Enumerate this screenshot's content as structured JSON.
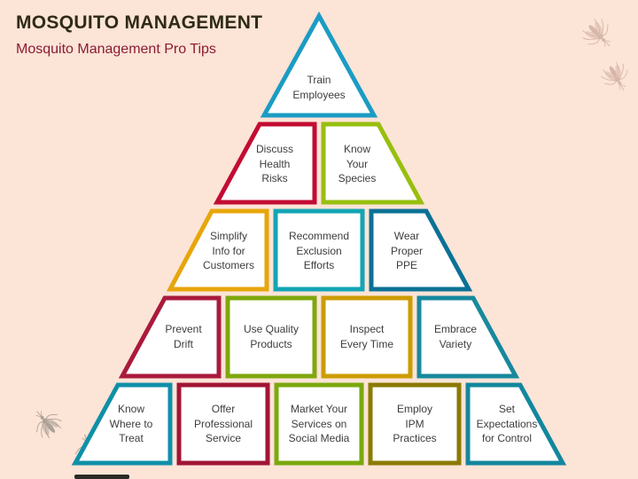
{
  "page": {
    "title": "MOSQUITO MANAGEMENT",
    "subtitle": "Mosquito Management Pro Tips",
    "background": "#fce4d7",
    "title_color": "#2f2b15",
    "subtitle_color": "#8c1b33"
  },
  "pyramid": {
    "cells": [
      {
        "id": "train-employees",
        "label": "Train\nEmployees",
        "color": "#1b9cc4"
      },
      {
        "id": "discuss-health-risks",
        "label": "Discuss\nHealth\nRisks",
        "color": "#c30c33"
      },
      {
        "id": "know-your-species",
        "label": "Know\nYour\nSpecies",
        "color": "#97bf0e"
      },
      {
        "id": "simplify-info-for-customers",
        "label": "Simplify\nInfo for\nCustomers",
        "color": "#e7a60a"
      },
      {
        "id": "recommend-exclusion-efforts",
        "label": "Recommend\nExclusion\nEfforts",
        "color": "#12a5b5"
      },
      {
        "id": "wear-proper-ppe",
        "label": "Wear\nProper\nPPE",
        "color": "#0b7195"
      },
      {
        "id": "prevent-drift",
        "label": "Prevent\nDrift",
        "color": "#a91a3c"
      },
      {
        "id": "use-quality-products",
        "label": "Use Quality\nProducts",
        "color": "#7fa70c"
      },
      {
        "id": "inspect-every-time",
        "label": "Inspect\nEvery Time",
        "color": "#cc9c00"
      },
      {
        "id": "embrace-variety",
        "label": "Embrace\nVariety",
        "color": "#17899d"
      },
      {
        "id": "know-where-to-treat",
        "label": "Know\nWhere to\nTreat",
        "color": "#108fa8"
      },
      {
        "id": "offer-professional-service",
        "label": "Offer\nProfessional\nService",
        "color": "#a11535"
      },
      {
        "id": "market-your-services",
        "label": "Market Your\nServices on\nSocial Media",
        "color": "#7aa90e"
      },
      {
        "id": "employ-ipm-practices",
        "label": "Employ\nIPM\nPractices",
        "color": "#8a7a00"
      },
      {
        "id": "set-expectations-for-control",
        "label": "Set\nExpectations\nfor Control",
        "color": "#13879d"
      }
    ]
  }
}
